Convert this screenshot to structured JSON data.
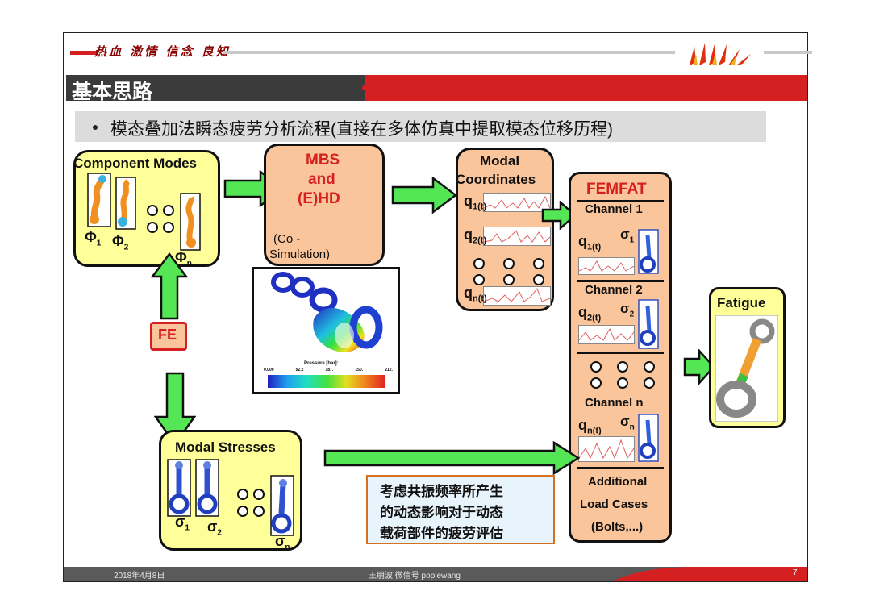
{
  "header": {
    "slogan": "热血 激情 信念 良知",
    "title": "基本思路",
    "bullet": "模态叠加法瞬态疲劳分析流程(直接在多体仿真中提取模态位移历程)"
  },
  "diagram": {
    "component_modes": {
      "title": "Component Modes",
      "m1": "1",
      "m2": "2",
      "mn": "n"
    },
    "mbs": {
      "line1": "MBS",
      "line2": "and",
      "line3": "(E)HD",
      "sub1": "(Co -",
      "sub2": "Simulation)"
    },
    "pressure": {
      "label": "Pressure [bar]:",
      "t1": "0.000",
      "t2": "52.2",
      "t3": "187.",
      "t4": "150.",
      "t5": "212."
    },
    "fe": "FE",
    "modal_coords": {
      "title1": "Modal",
      "title2": "Coordinates",
      "q1": "q",
      "q1s": "1(t)",
      "q2": "q",
      "q2s": "2(t)",
      "qn": "q",
      "qns": "n(t)"
    },
    "femfat": {
      "title": "FEMFAT",
      "ch1": "Channel 1",
      "ch2": "Channel 2",
      "chn": "Channel n",
      "q": "q",
      "q1s": "1(t)",
      "q2s": "2(t)",
      "qns": "n(t)",
      "s1": "1",
      "s2": "2",
      "sn": "n",
      "add1": "Additional",
      "add2": "Load Cases",
      "add3": "(Bolts,...)"
    },
    "fatigue": "Fatigue",
    "modal_stresses": {
      "title": "Modal Stresses",
      "s1": "1",
      "s2": "2",
      "sn": "n"
    },
    "note": {
      "l1": "考虑共振频率所产生",
      "l2": "的动态影响对于动态",
      "l3": "载荷部件的疲劳评估"
    }
  },
  "footer": {
    "date": "2018年4月8日",
    "author": "王朋波  微信号 poplewang",
    "page": "7"
  },
  "colors": {
    "accent_red": "#d42020",
    "arrow_green": "#55e655",
    "yellow": "#ffff99",
    "peach": "#fbc59b"
  }
}
